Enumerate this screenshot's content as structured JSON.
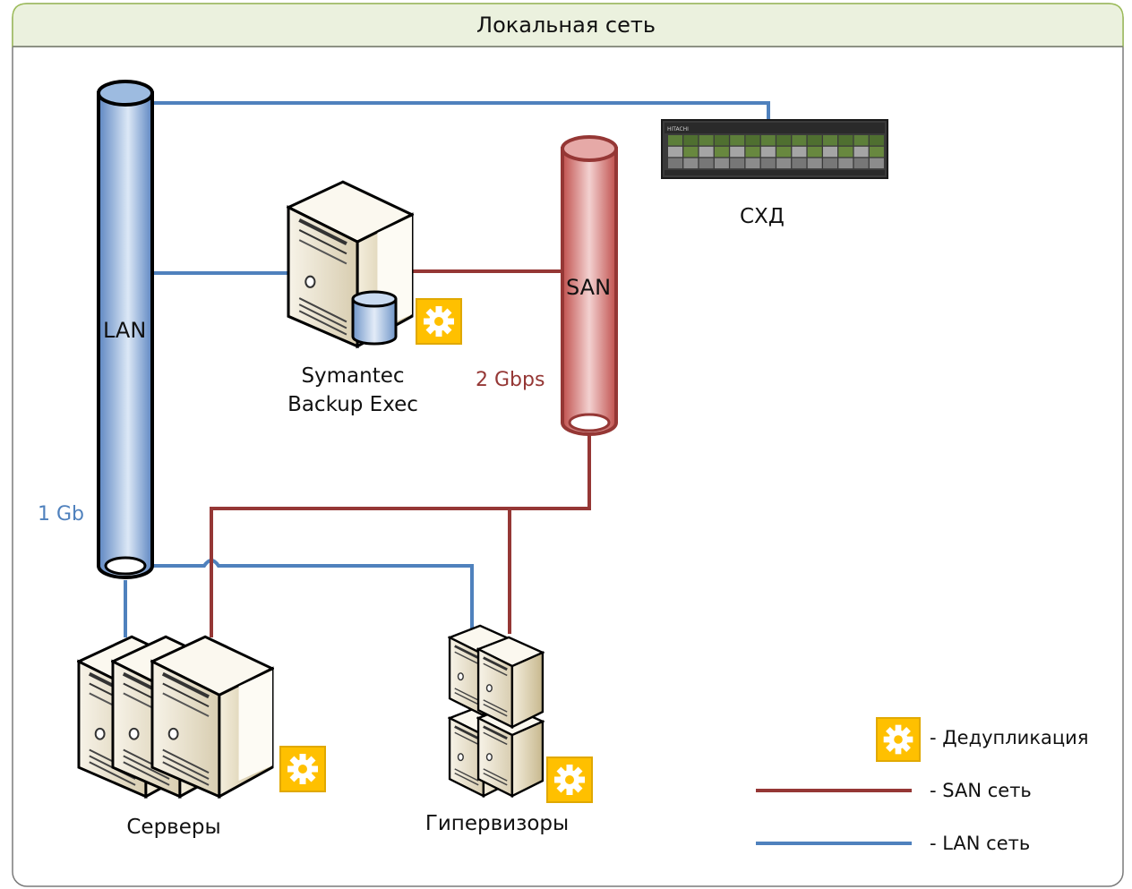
{
  "title": "Локальная сеть",
  "pipes": {
    "lan": {
      "label": "LAN",
      "speed": "1 Gb"
    },
    "san": {
      "label": "SAN",
      "speed": "2 Gbps"
    }
  },
  "nodes": {
    "storage": {
      "label": "СХД",
      "brand": "HITACHI"
    },
    "backup": {
      "label_line1": "Symantec",
      "label_line2": "Backup Exec"
    },
    "servers": {
      "label": "Серверы"
    },
    "hypervisors": {
      "label": "Гипервизоры"
    }
  },
  "legend": {
    "dedup": "- Дедупликация",
    "san_net": "- SAN сеть",
    "lan_net": "- LAN сеть"
  },
  "colors": {
    "lan": "#4f81bd",
    "san": "#953735",
    "lan_pipe_fill": "#95b3d7",
    "san_pipe_fill": "#d99594",
    "header_fill": "#ebf1de",
    "header_border": "#9bbb59",
    "dedup_badge": "#ffc000"
  },
  "icons": {
    "dedup": "gear-icon",
    "server": "server-tower-icon",
    "database": "database-icon",
    "storage": "storage-array-icon"
  }
}
